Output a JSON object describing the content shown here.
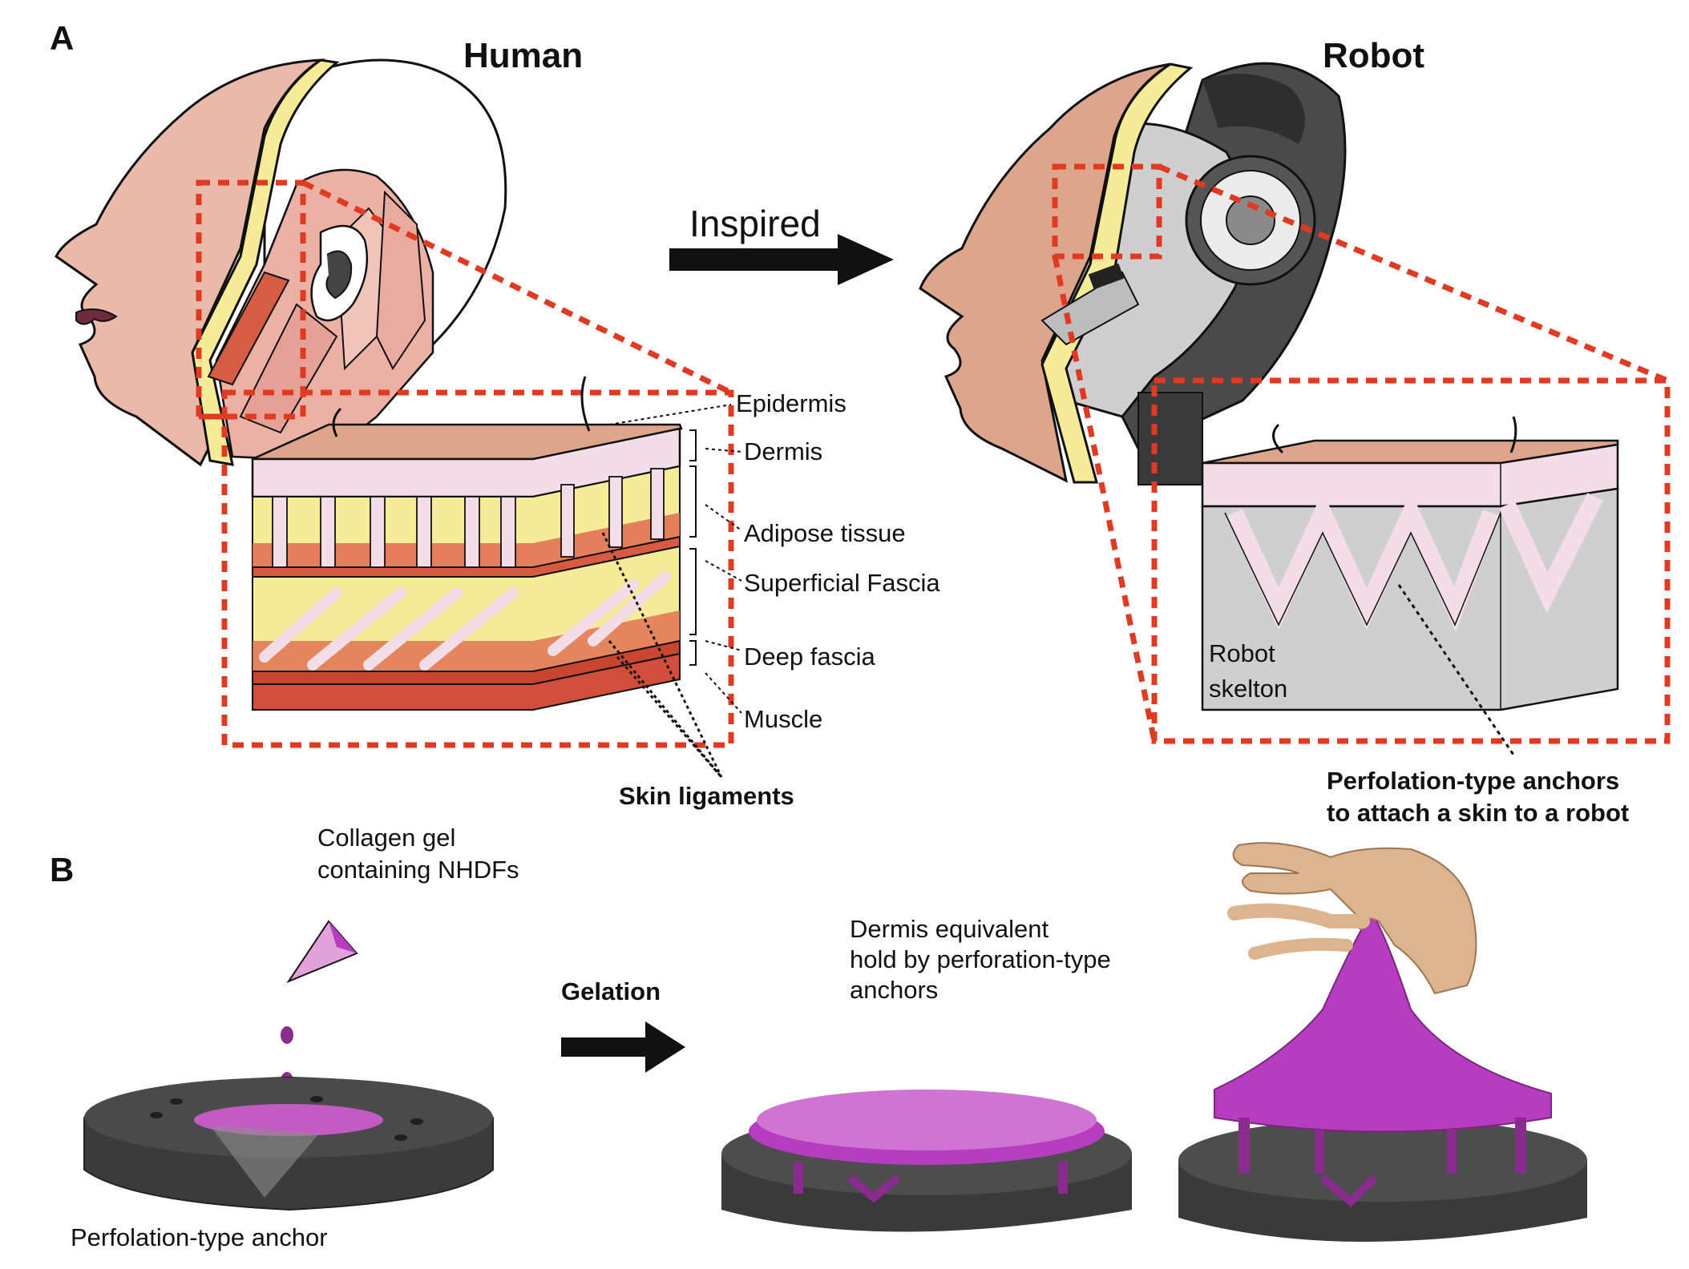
{
  "panels": {
    "a_label": "A",
    "b_label": "B"
  },
  "panel_a": {
    "human_title": "Human",
    "robot_title": "Robot",
    "arrow_label": "Inspired",
    "layers": {
      "epidermis": "Epidermis",
      "dermis": "Dermis",
      "adipose": "Adipose tissue",
      "superficial_fascia": "Superficial Fascia",
      "deep_fascia": "Deep fascia",
      "muscle": "Muscle"
    },
    "skin_ligaments": "Skin ligaments",
    "robot_skeleton_line1": "Robot",
    "robot_skeleton_line2": "skelton",
    "anchors_line1": "Perfolation-type anchors",
    "anchors_line2": "to attach a skin to a robot"
  },
  "panel_b": {
    "collagen_line1": "Collagen gel",
    "collagen_line2": "containing NHDFs",
    "gelation": "Gelation",
    "dermis_line1": "Dermis equivalent",
    "dermis_line2": "hold by perforation-type",
    "dermis_line3": "anchors",
    "anchor_caption": "Perfolation-type anchor"
  },
  "colors": {
    "skin": "#e9b9a9",
    "epidermis_top": "#dca58c",
    "dermis": "#f3dde6",
    "adipose": "#f6ec97",
    "fascia": "#e06b50",
    "muscle": "#c9452f",
    "red_dash": "#e03a22",
    "robot_gray": "#cfcfcf",
    "robot_dark": "#555555",
    "gel_purple": "#b63dc0",
    "platform": "#3a3a3a"
  }
}
